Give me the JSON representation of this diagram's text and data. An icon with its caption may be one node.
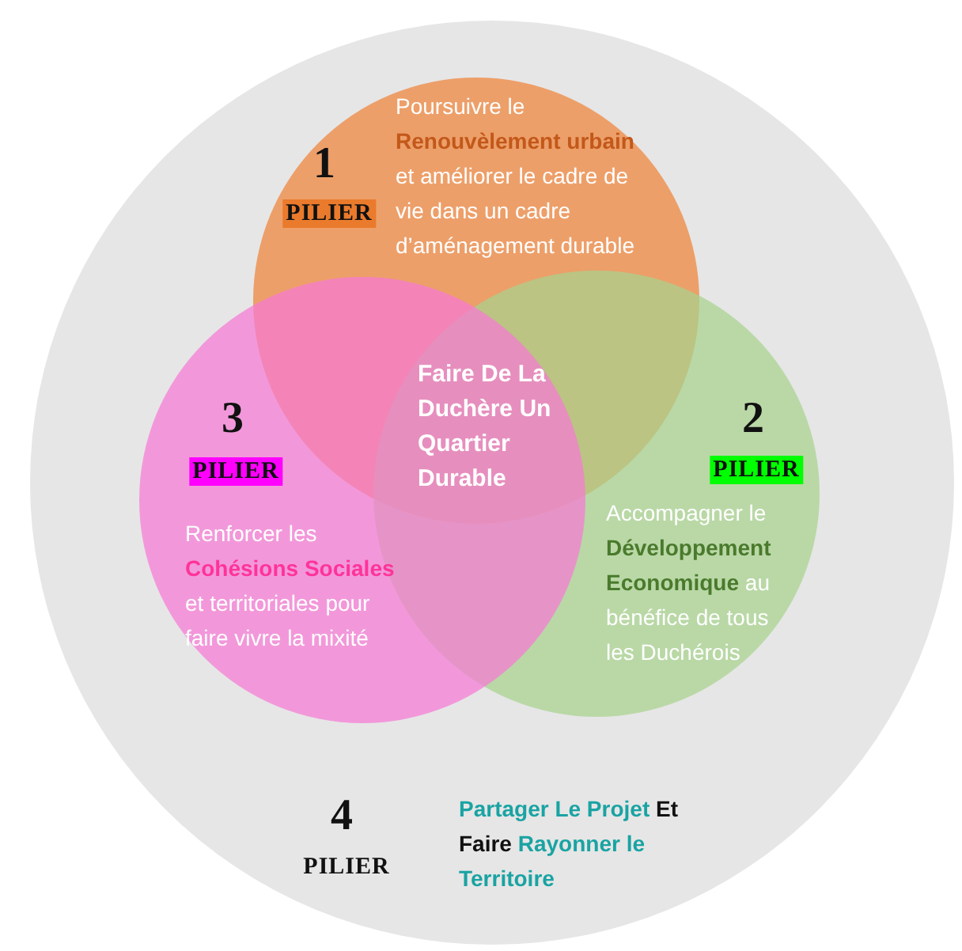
{
  "diagram": {
    "nodes": [
      {
        "text": [
          "4",
          "PILIER",
          "**Partager Le Projet** Et Faire **Rayonner le Territoire**"
        ]
      },
      {
        "text": [
          "1",
          "PILIER",
          "Poursuivre le **Renouvèlement urbain** et améliorer le cadre de vie dans un cadre d’aménagement durable"
        ],
        "in": 0
      },
      {
        "text": [
          "2",
          "PILIER",
          "Accompagner le **Développement Economique** au bénéfice de tous les Duchérois"
        ],
        "in": 0
      },
      {
        "text": [
          "3",
          "PILIER",
          "Renforcer les **Cohésions Sociales** et territoriales pour faire vivre la mixité"
        ],
        "in": 0
      }
    ],
    "labels": [
      "Faire De La Duchère Un Quartier Durable"
    ]
  }
}
